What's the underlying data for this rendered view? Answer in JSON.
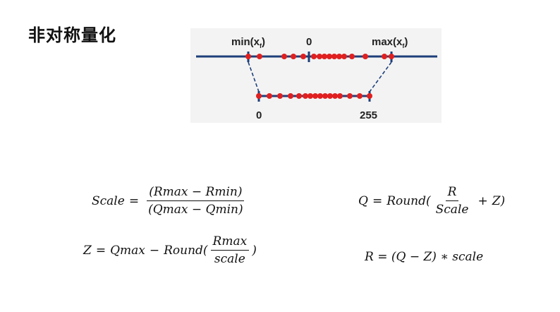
{
  "slide": {
    "title": "非对称量化"
  },
  "diagram": {
    "top_min_label": "min(x",
    "top_min_sub": "f",
    "top_zero_label": "0",
    "top_max_label": "max(x",
    "top_max_sub": "f",
    "bottom_zero_label": "0",
    "bottom_max_label": "255",
    "close_paren": ")",
    "line_color": "#1d3f7a",
    "dot_color": "#e02020"
  },
  "formulas": {
    "scale": {
      "lhs": "Scale",
      "eq": "=",
      "num": "(Rmax − Rmin)",
      "den": "(Qmax − Qmin)"
    },
    "q": {
      "lhs": "Q",
      "eq": "=",
      "fn": "Round(",
      "num": "R",
      "den": "Scale",
      "plus": "+",
      "z": "Z)"
    },
    "z": {
      "lhs": "Z",
      "eq": "=",
      "a": "Qmax",
      "minus": "−",
      "fn": "Round(",
      "num": "Rmax",
      "den": "scale",
      "close": ")"
    },
    "r": {
      "text": "R = (Q − Z) ∗ scale"
    }
  }
}
